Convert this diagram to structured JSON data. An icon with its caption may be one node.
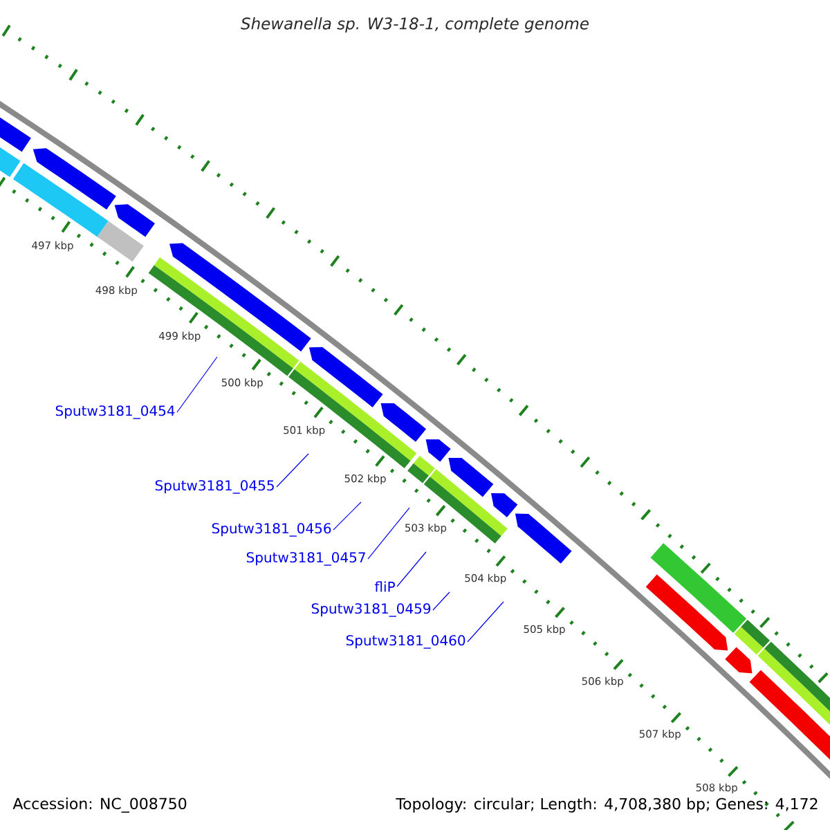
{
  "diagram": {
    "title": "Shewanella sp. W3-18-1, complete genome",
    "nodes": [
      {
        "text": [
          "Sputw3181_0454"
        ]
      },
      {
        "text": [
          "Sputw3181_0455"
        ]
      },
      {
        "text": [
          "Sputw3181_0456"
        ]
      },
      {
        "text": [
          "Sputw3181_0457"
        ]
      },
      {
        "text": [
          "fliP"
        ]
      },
      {
        "text": [
          "Sputw3181_0459"
        ]
      },
      {
        "text": [
          "Sputw3181_0460"
        ]
      }
    ],
    "edges": [
      {
        "from": 0,
        "to": null,
        "arrow": "none"
      },
      {
        "from": 1,
        "to": null,
        "arrow": "none"
      },
      {
        "from": 2,
        "to": null,
        "arrow": "none"
      },
      {
        "from": 3,
        "to": null,
        "arrow": "none"
      },
      {
        "from": 4,
        "to": null,
        "arrow": "none"
      },
      {
        "from": 5,
        "to": null,
        "arrow": "none"
      },
      {
        "from": 6,
        "to": null,
        "arrow": "none"
      }
    ],
    "labels": [
      "497 kbp",
      "498 kbp",
      "499 kbp",
      "500 kbp",
      "501 kbp",
      "502 kbp",
      "503 kbp",
      "504 kbp",
      "505 kbp",
      "506 kbp",
      "507 kbp",
      "508 kbp",
      "Accession: NC_008750",
      "Topology: circular; Length: 4,708,380 bp; Genes: 4,172"
    ]
  }
}
